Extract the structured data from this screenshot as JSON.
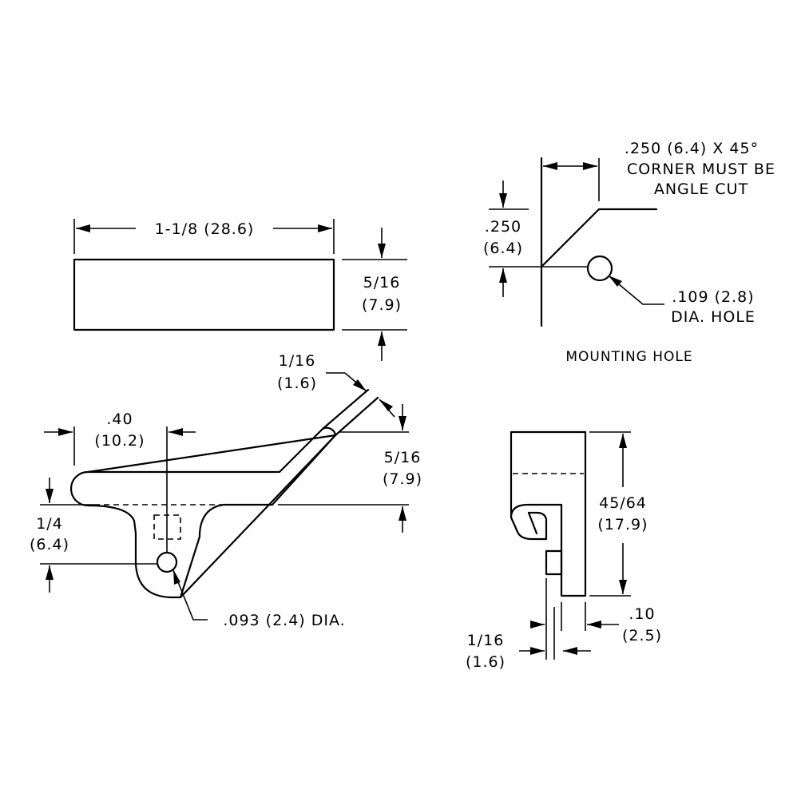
{
  "top_view": {
    "width_dim": "1-1/8 (28.6)",
    "height_dim_in": "5/16",
    "height_dim_mm": "(7.9)"
  },
  "mounting_detail": {
    "chamfer_line1": ".250 (6.4) X 45°",
    "chamfer_line2": "CORNER MUST BE",
    "chamfer_line3": "ANGLE CUT",
    "offset_in": ".250",
    "offset_mm": "(6.4)",
    "hole_line1": ".109 (2.8)",
    "hole_line2": "DIA. HOLE",
    "caption": "MOUNTING HOLE"
  },
  "front_view": {
    "thickness_in": "1/16",
    "thickness_mm": "(1.6)",
    "offset_in": ".40",
    "offset_mm": "(10.2)",
    "arm_height_in": "5/16",
    "arm_height_mm": "(7.9)",
    "hub_height_in": "1/4",
    "hub_height_mm": "(6.4)",
    "pivot_hole": ".093 (2.4) DIA."
  },
  "side_view": {
    "height_in": "45/64",
    "height_mm": "(17.9)",
    "tab_in": ".10",
    "tab_mm": "(2.5)",
    "thickness_in": "1/16",
    "thickness_mm": "(1.6)"
  }
}
